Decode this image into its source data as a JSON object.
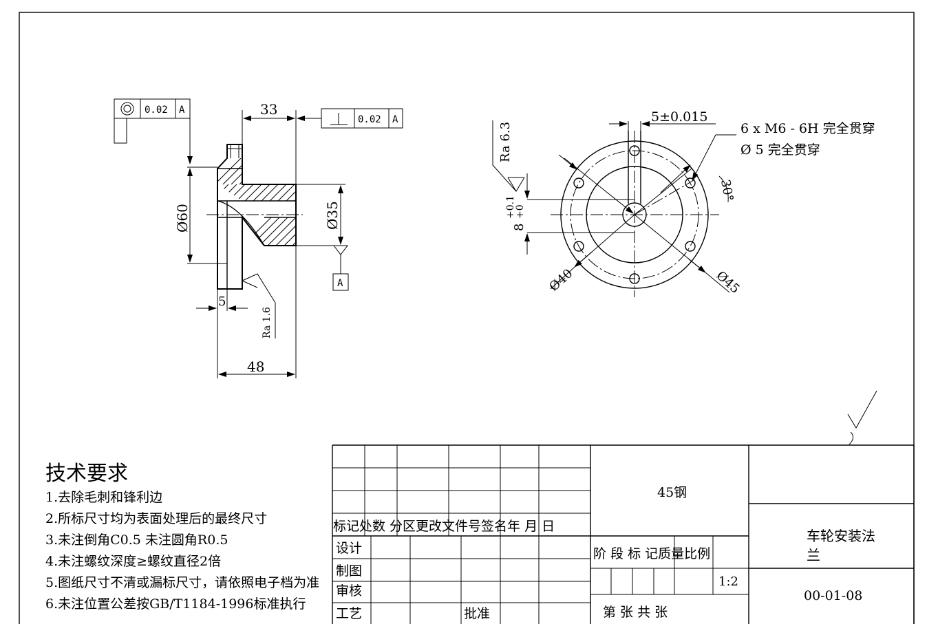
{
  "drawing": {
    "left_view": {
      "fcf_top_left": {
        "symbol": "◎",
        "tolerance": "0.02",
        "datum": "A"
      },
      "fcf_top_right": {
        "symbol": "⊥",
        "tolerance": "0.02",
        "datum": "A"
      },
      "dim_33": "33",
      "dim_60": "Ø60",
      "dim_35": "Ø35",
      "dim_5": "5",
      "dim_48": "48",
      "roughness_bottom": "Ra 1.6",
      "datum_label": "A"
    },
    "right_view": {
      "roughness_label": "Ra 6.3",
      "keyway_width": "5±0.015",
      "keyway_depth": "8+0.1/+0",
      "keyway_depth_main": "8",
      "keyway_depth_upper": "+0.1",
      "keyway_depth_lower": "+0",
      "thread_note_1": "6 x  M6 - 6H 完全贯穿",
      "thread_note_2": "Ø 5 完全贯穿",
      "angle": "30°",
      "dia_40": "Ø40",
      "dia_45": "Ø45"
    }
  },
  "tech_requirements": {
    "title": "技术要求",
    "items": [
      "1.去除毛刺和锋利边",
      "2.所标尺寸均为表面处理后的最终尺寸",
      "3.未注倒角C0.5 未注圆角R0.5",
      "4.未注螺纹深度≥螺纹直径2倍",
      "5.图纸尺寸不清或漏标尺寸，请依照电子档为准",
      "6.未注位置公差按GB/T1184-1996标准执行"
    ]
  },
  "title_block": {
    "revision_header": "标记处数  分区更改文件号签名年 月 日",
    "rows": [
      "设计",
      "制图",
      "审核",
      "工艺"
    ],
    "approve": "批准",
    "material": "45钢",
    "stage_header": "阶 段 标 记质量比例",
    "scale": "1:2",
    "sheet": "第   张    共   张",
    "part_name_line1": "车轮安装法",
    "part_name_line2": "兰",
    "drawing_number": "00-01-08"
  }
}
